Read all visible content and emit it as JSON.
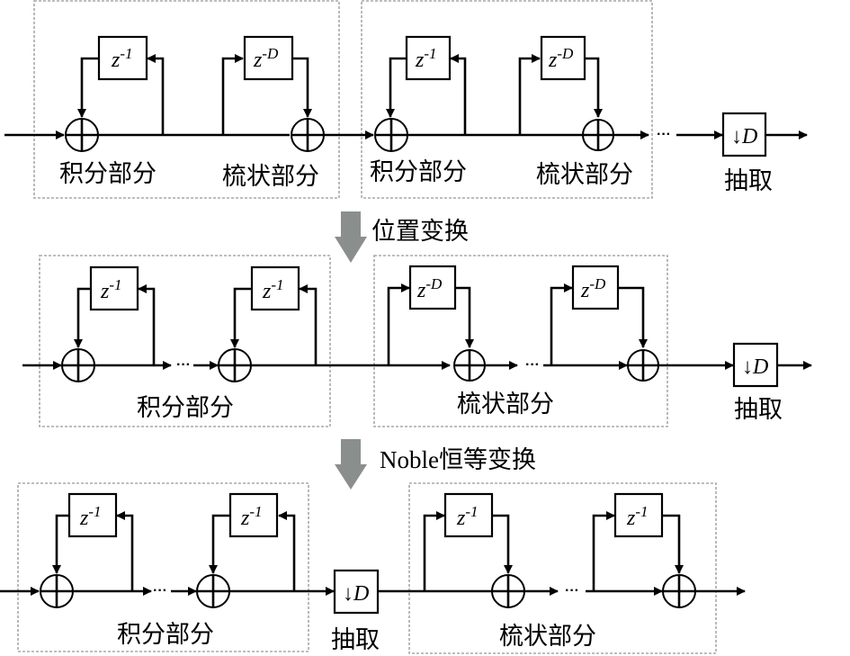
{
  "figure": {
    "rows": [
      {
        "name": "original",
        "groups": [
          {
            "integrator_label": "积分部分",
            "comb_label": "梳状部分",
            "integrator_delay": {
              "base": "z",
              "exp": "-1"
            },
            "comb_delay": {
              "base": "z",
              "exp": "-D"
            }
          },
          {
            "integrator_label": "积分部分",
            "comb_label": "梳状部分",
            "integrator_delay": {
              "base": "z",
              "exp": "-1"
            },
            "comb_delay": {
              "base": "z",
              "exp": "-D"
            }
          }
        ],
        "ellipsis": "···",
        "decimator": {
          "symbol": "↓",
          "factor": "D",
          "label": "抽取"
        }
      },
      {
        "name": "reordered",
        "integrator_group": {
          "label": "积分部分",
          "delays": [
            {
              "base": "z",
              "exp": "-1"
            },
            {
              "base": "z",
              "exp": "-1"
            }
          ]
        },
        "comb_group": {
          "label": "梳状部分",
          "delays": [
            {
              "base": "z",
              "exp": "-D"
            },
            {
              "base": "z",
              "exp": "-D"
            }
          ]
        },
        "ellipsis": "···",
        "decimator": {
          "symbol": "↓",
          "factor": "D",
          "label": "抽取"
        }
      },
      {
        "name": "noble",
        "integrator_group": {
          "label": "积分部分",
          "delays": [
            {
              "base": "z",
              "exp": "-1"
            },
            {
              "base": "z",
              "exp": "-1"
            }
          ]
        },
        "comb_group": {
          "label": "梳状部分",
          "delays": [
            {
              "base": "z",
              "exp": "-1"
            },
            {
              "base": "z",
              "exp": "-1"
            }
          ]
        },
        "ellipsis": "···",
        "decimator": {
          "symbol": "↓",
          "factor": "D",
          "label": "抽取"
        }
      }
    ],
    "transforms": [
      {
        "label": "位置变换"
      },
      {
        "label": "Noble恒等变换"
      }
    ],
    "colors": {
      "line": "#000000",
      "group_border": "#a8a8a8",
      "transform_arrow": "#8a8f8e"
    }
  }
}
